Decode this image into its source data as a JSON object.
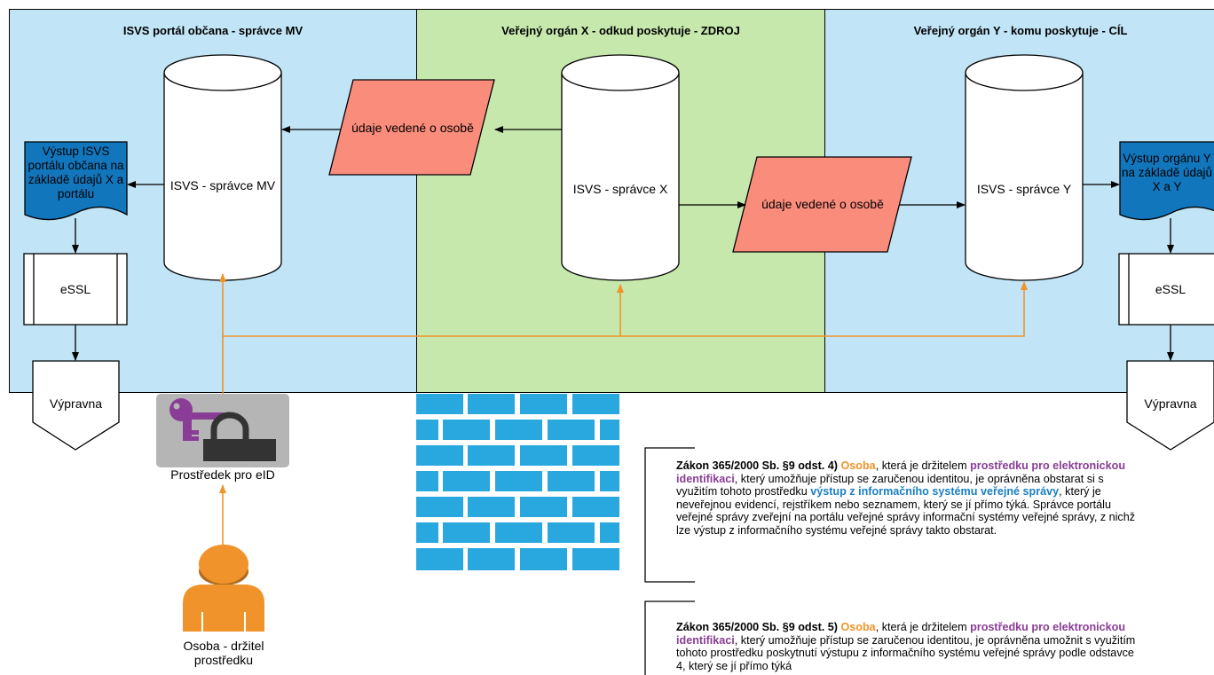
{
  "lanes": {
    "mv": {
      "title": "ISVS portál občana - správce MV",
      "color": "#c1e4f7"
    },
    "x": {
      "title": "Veřejný orgán X - odkud poskytuje - ZDROJ",
      "color": "#c7e8ad"
    },
    "y": {
      "title": "Veřejný orgán Y - komu poskytuje - CÍL",
      "color": "#c1e4f7"
    }
  },
  "nodes": {
    "db_mv": "ISVS - správce MV",
    "db_x": "ISVS - správce X",
    "db_y": "ISVS - správce Y",
    "data_1": "údaje vedené o osobě",
    "data_2": "údaje vedené o osobě",
    "doc_mv": "Výstup ISVS portálu občana na základě údajů X a portálu",
    "doc_y": "Výstup orgánu Y na základě údajů X a Y",
    "essl_left": "eSSL",
    "essl_right": "eSSL",
    "vypravna_left": "Výpravna",
    "vypravna_right": "Výpravna",
    "eid": "Prostředek pro eID",
    "person": "Osoba - držitel prostředku"
  },
  "notes": [
    {
      "head": "Zákon 365/2000 Sb. §9 odst. 4)",
      "osoba": "Osoba",
      "t1": ", která je držitelem ",
      "prostredek": "prostředku pro elektronickou identifikaci",
      "t2": ", který umožňuje přístup se zaručenou identitou, je oprávněna obstarat si s využitím tohoto prostředku ",
      "vystup": "výstup z informačního systému veřejné správy",
      "t3": ", který je neveřejnou evidencí, rejstříkem nebo seznamem, který se jí přímo týká. Správce portálu veřejné správy zveřejní na portálu veřejné správy informační systémy veřejné správy, z nichž lze výstup z informačního systému veřejné správy takto obstarat."
    },
    {
      "head": "Zákon 365/2000 Sb. §9 odst. 5)",
      "osoba": "Osoba",
      "t1": ", která je držitelem ",
      "prostredek": "prostředku pro elektronickou identifikaci",
      "t2": ", který umožňuje přístup se zaručenou identitou, je oprávněna umožnit s využitím tohoto prostředku poskytnutí výstupu z informačního systému veřejné správy podle odstavce 4, který se jí přímo týká"
    }
  ],
  "colors": {
    "lane_blue": "#c1e4f7",
    "lane_green": "#c7e8ad",
    "data_red": "#fa8c7c",
    "doc_blue": "#1276bd",
    "eid_orange": "#f0932a",
    "firewall_blue": "#29a8e0",
    "eid_bg": "#b5b5b5",
    "key_purple": "#8a3d96"
  },
  "icons": [
    "key-lock-icon",
    "firewall-icon",
    "person-icon"
  ]
}
